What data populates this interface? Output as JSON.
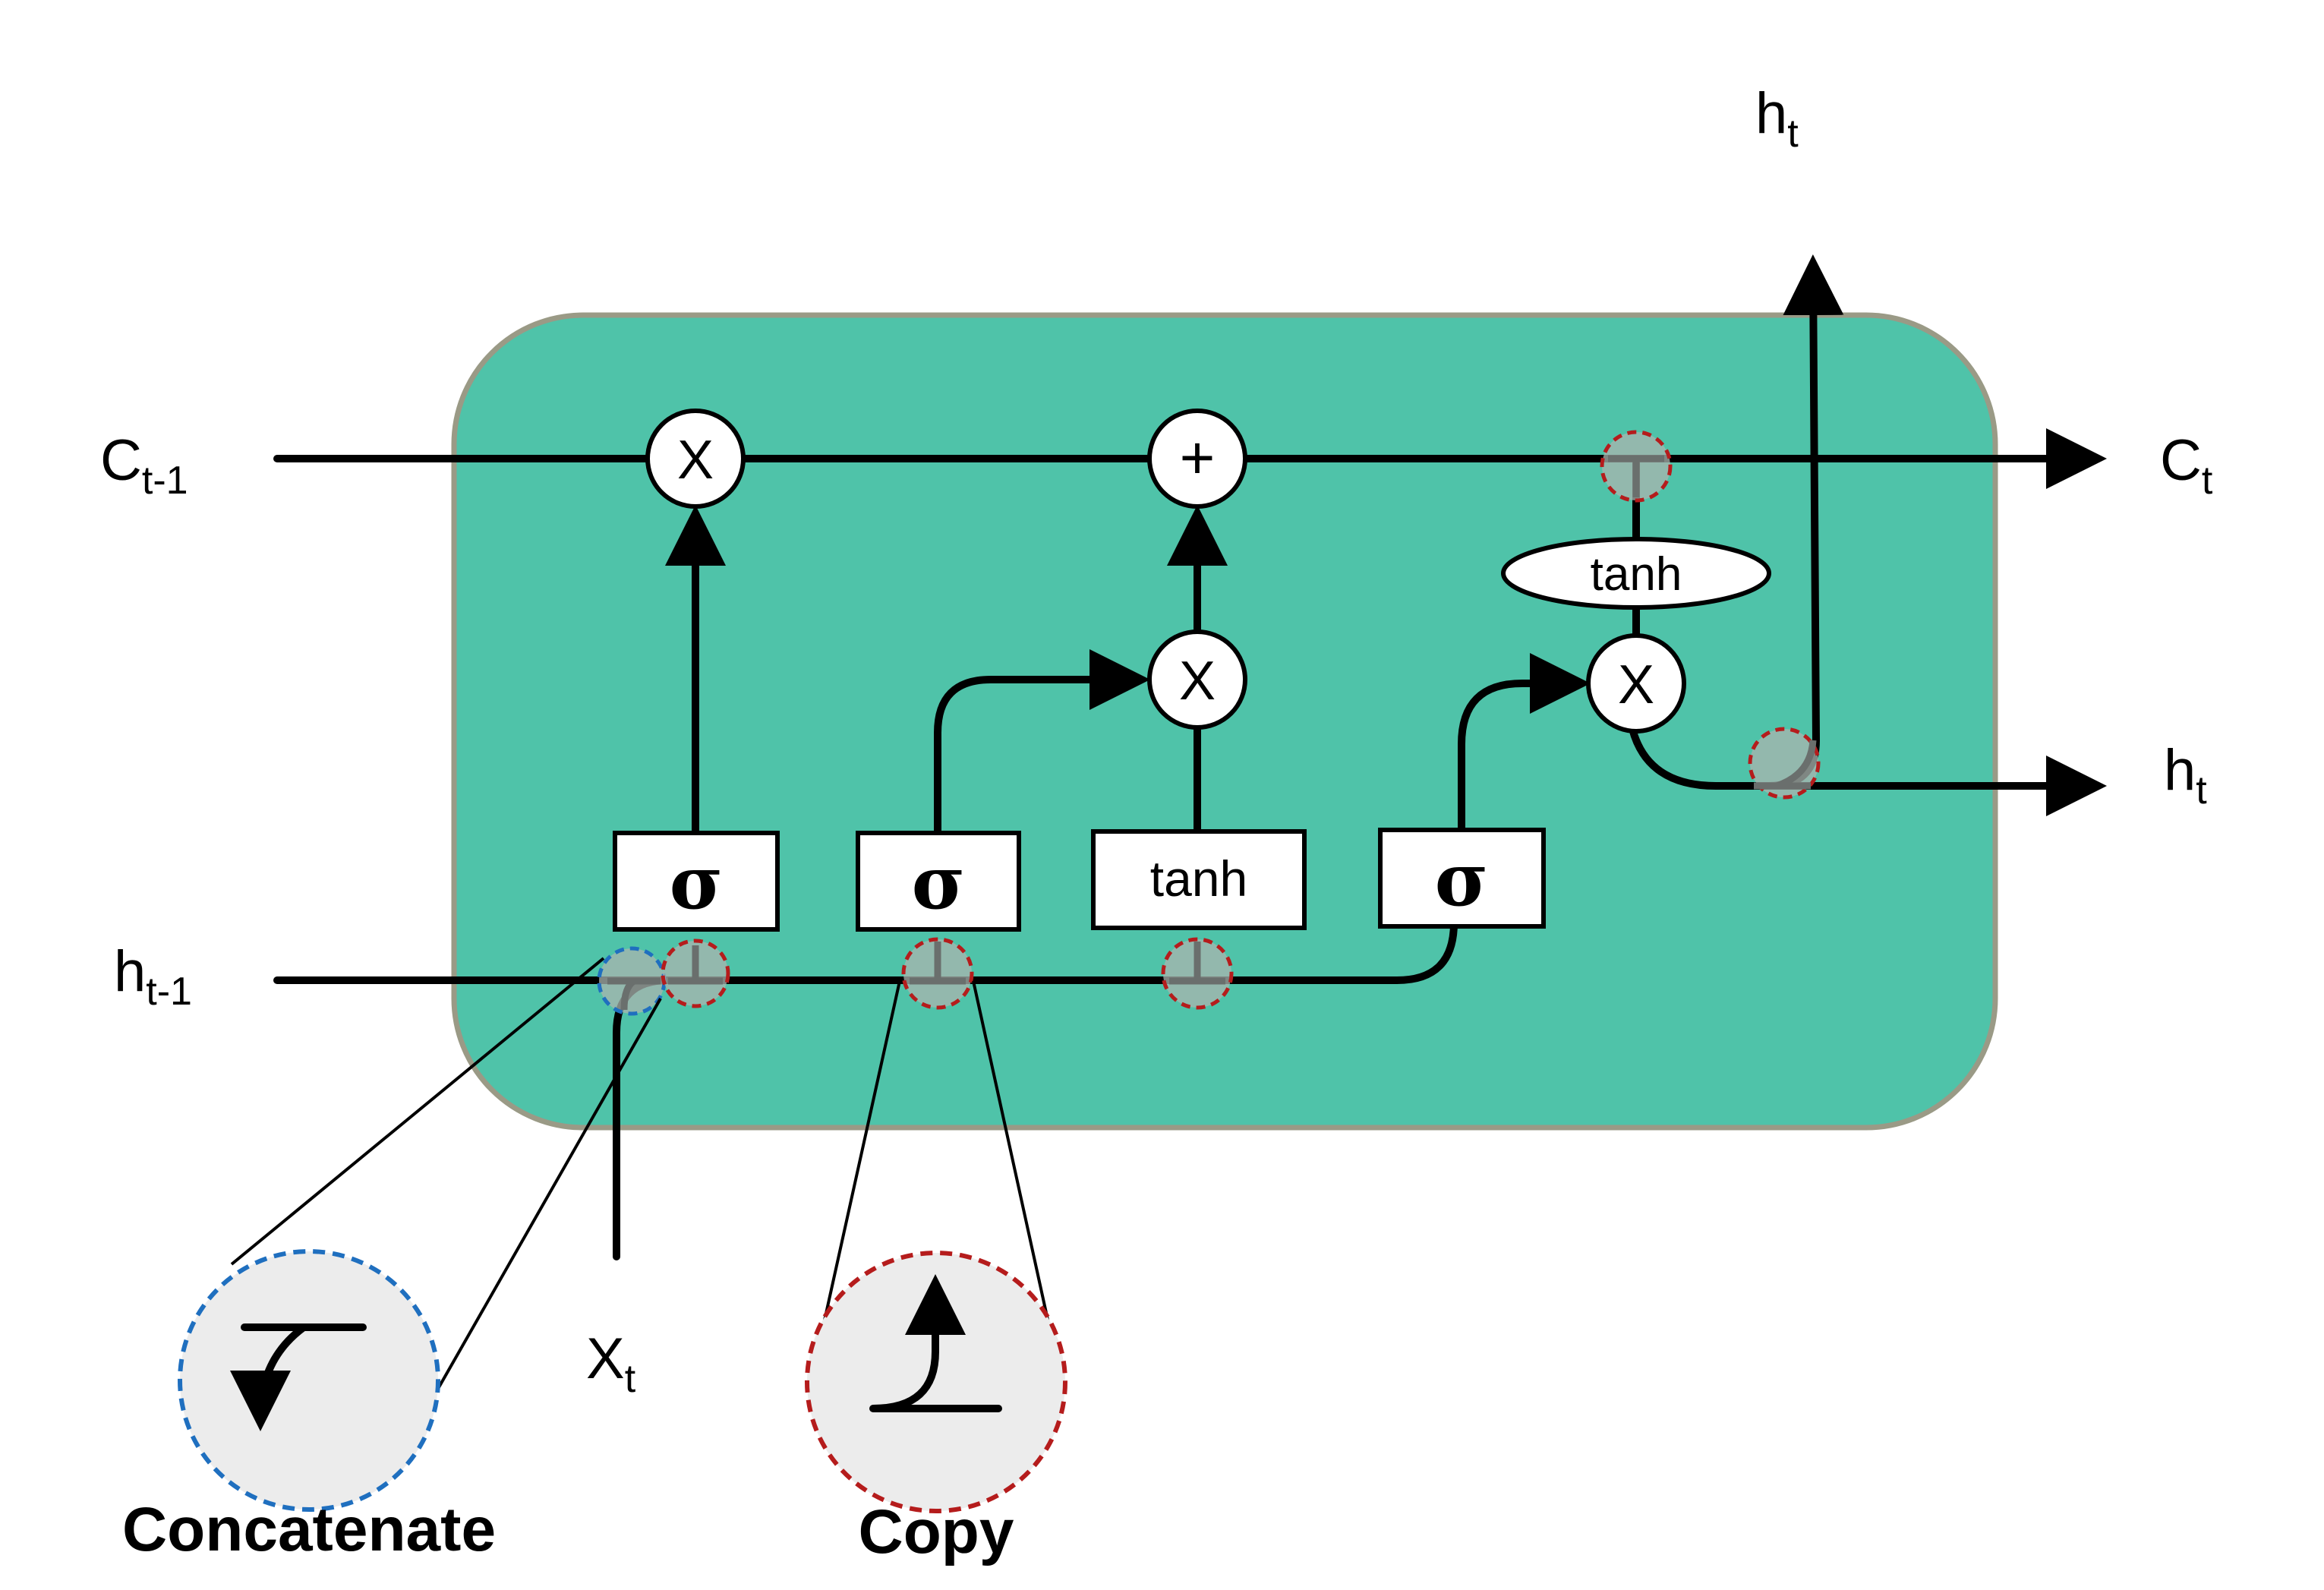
{
  "labels": {
    "c_prev": "C",
    "c_prev_sub": "t-1",
    "h_prev": "h",
    "h_prev_sub": "t-1",
    "x_in": "X",
    "x_in_sub": "t",
    "c_out": "C",
    "c_out_sub": "t",
    "h_out_right": "h",
    "h_out_right_sub": "t",
    "h_out_top": "h",
    "h_out_top_sub": "t"
  },
  "gates": {
    "forget": "σ",
    "input": "σ",
    "candidate": "tanh",
    "output": "σ",
    "cell_tanh": "tanh"
  },
  "ops": {
    "forget_mult": "X",
    "add": "+",
    "input_mult": "X",
    "output_mult": "X"
  },
  "legend": {
    "concatenate": "Concatenate",
    "copy": "Copy"
  },
  "colors": {
    "cell": "#4fc3a9",
    "cell_border": "#9a9a86",
    "copy": "#b51c1c",
    "concatenate": "#1f6fbf",
    "legend_fill": "#ececec"
  }
}
